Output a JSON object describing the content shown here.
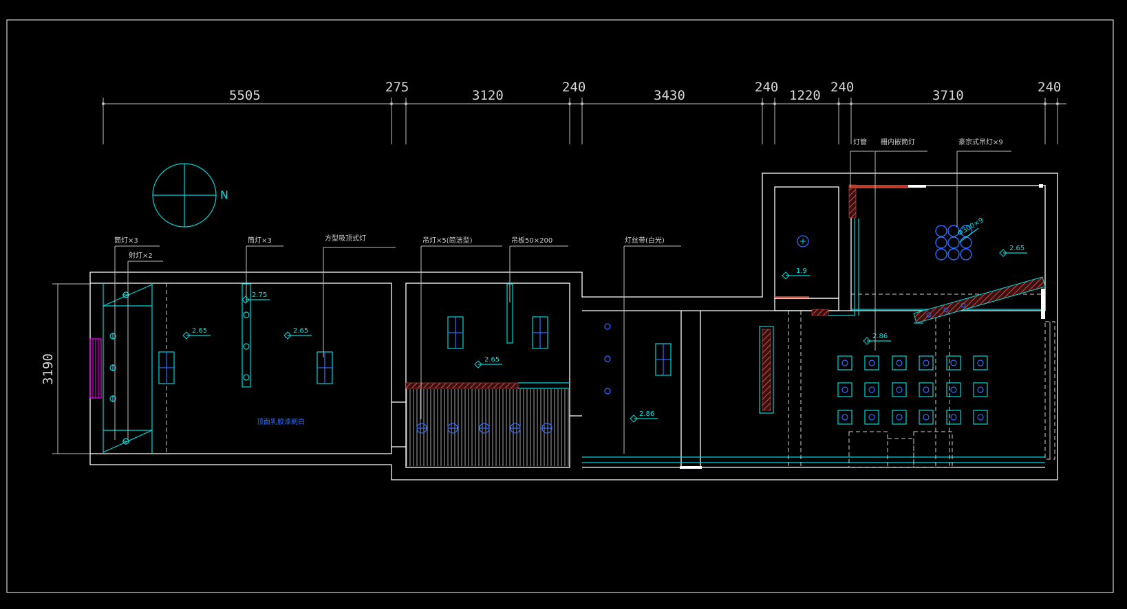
{
  "dimensions_top": [
    "5505",
    "275",
    "3120",
    "240",
    "3430",
    "240",
    "1220",
    "240",
    "3710",
    "240"
  ],
  "dimension_side": "3190",
  "north_label": "N",
  "labels": {
    "downlight_3a": "筒灯×3",
    "spotlight_2": "射灯×2",
    "downlight_3b": "筒灯×3",
    "square_ceiling_lamp": "方型吸顶式灯",
    "pendant_5": "吊灯×5(简洁型)",
    "pendant_plate": "吊板50×200",
    "light_strip": "灯丝带(白光)",
    "lamp_tube": "灯管",
    "grille_downlight": "栅内嵌筒灯",
    "chandelier_9": "豪宗式吊灯×9",
    "chandelier_count": "Φ300×9",
    "ceiling_note": "顶面乳胶漆刷白"
  },
  "levels": [
    "2.65",
    "2.75",
    "2.65",
    "2.65",
    "2.86",
    "1.9",
    "2.86",
    "2.65"
  ],
  "colors": {
    "background": "#000000",
    "wall": "#ffffff",
    "cyan": "#00d8d8",
    "blue": "#2b6cff",
    "red_hatch": "#c0392b",
    "magenta": "#ff00ff"
  }
}
